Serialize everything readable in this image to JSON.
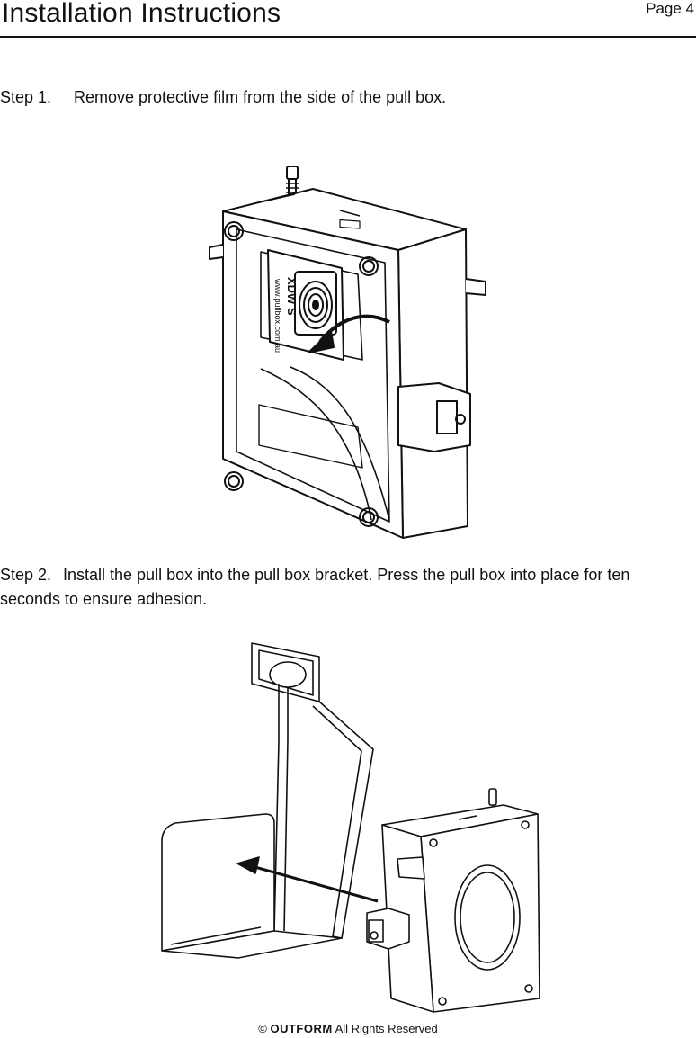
{
  "header": {
    "title": "Installation Instructions",
    "page": "Page 4"
  },
  "steps": [
    {
      "number": "Step 1.",
      "text": "Remove protective film from the side of the pull box."
    },
    {
      "number": "Step 2.",
      "text": "Install the pull box into the pull box bracket. Press the pull box into place for ten seconds to ensure adhesion."
    }
  ],
  "figures": {
    "fig1_label": "www.pullbox.com.au",
    "fig1_mark": "XDW S"
  },
  "footer": {
    "copyright_symbol": "©",
    "brand": "OUTFORM",
    "rights": "All Rights Reserved"
  }
}
